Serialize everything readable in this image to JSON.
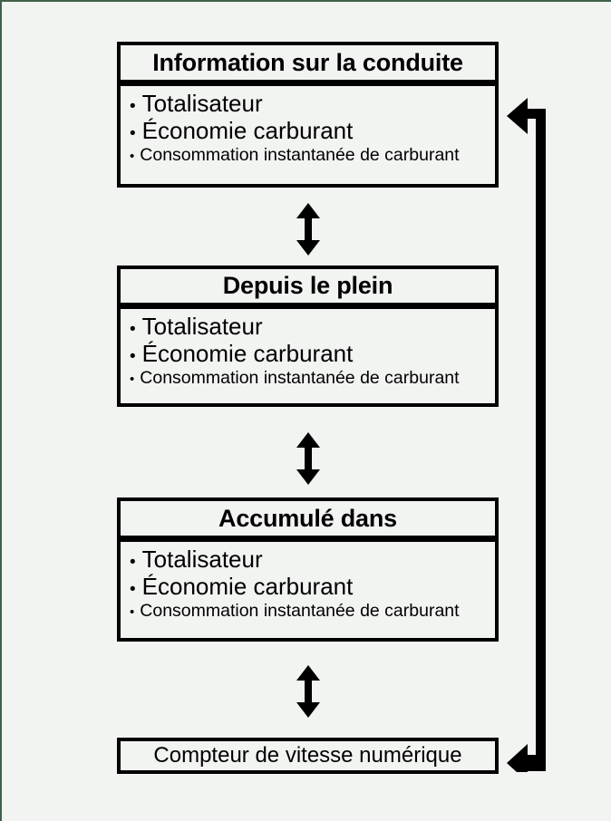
{
  "diagram": {
    "title": "Information sur la conduite",
    "type": "flow-diagram",
    "background_color": "#f2f4f2",
    "line_color": "#000000",
    "border_color": "#3f6148",
    "nodes": [
      {
        "id": "information-sur-la-conduite",
        "header": "Information sur la conduite",
        "items": [
          "Totalisateur",
          "Économie carburant",
          "Consommation instantanée de carburant"
        ]
      },
      {
        "id": "depuis-le-plein",
        "header": "Depuis le plein",
        "items": [
          "Totalisateur",
          "Économie carburant",
          "Consommation instantanée de carburant"
        ]
      },
      {
        "id": "accumule-dans",
        "header": "Accumulé dans",
        "items": [
          "Totalisateur",
          "Économie carburant",
          "Consommation instantanée de carburant"
        ]
      }
    ],
    "plain_node": {
      "id": "compteur-de-vitesse-numerique",
      "label": "Compteur de vitesse numérique"
    },
    "bullet_glyph": "•",
    "connectors": [
      {
        "id": "connector-1",
        "kind": "double-headed-vertical-arrow"
      },
      {
        "id": "connector-2",
        "kind": "double-headed-vertical-arrow"
      },
      {
        "id": "connector-3",
        "kind": "double-headed-vertical-arrow"
      },
      {
        "id": "feedback-loop",
        "kind": "double-headed-side-loop"
      }
    ]
  }
}
